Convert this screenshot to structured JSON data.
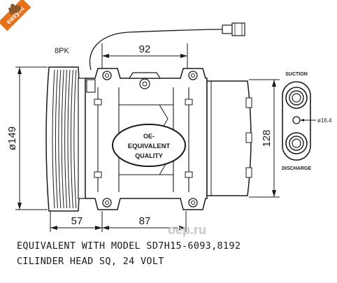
{
  "badge": {
    "text": "easyfit",
    "color": "#e8701a"
  },
  "labels": {
    "belt": "8PK",
    "dim_top": "92",
    "dim_left": "ø149",
    "dim_right": "128",
    "dim_bottom_left": "57",
    "dim_bottom_right": "87",
    "port_diameter": "ø16,4",
    "suction": "SUCTION",
    "discharge": "DISCHARGE",
    "watermark": "oep.ru"
  },
  "stamp": {
    "line1": "OE-",
    "line2": "EQUIVALENT",
    "line3": "QUALITY"
  },
  "caption": {
    "line1": "EQUIVALENT WITH MODEL SD7H15-6093,8192",
    "line2": "CILINDER HEAD SQ, 24 VOLT"
  },
  "colors": {
    "ink": "#1a1a1a",
    "badge": "#e8701a"
  }
}
